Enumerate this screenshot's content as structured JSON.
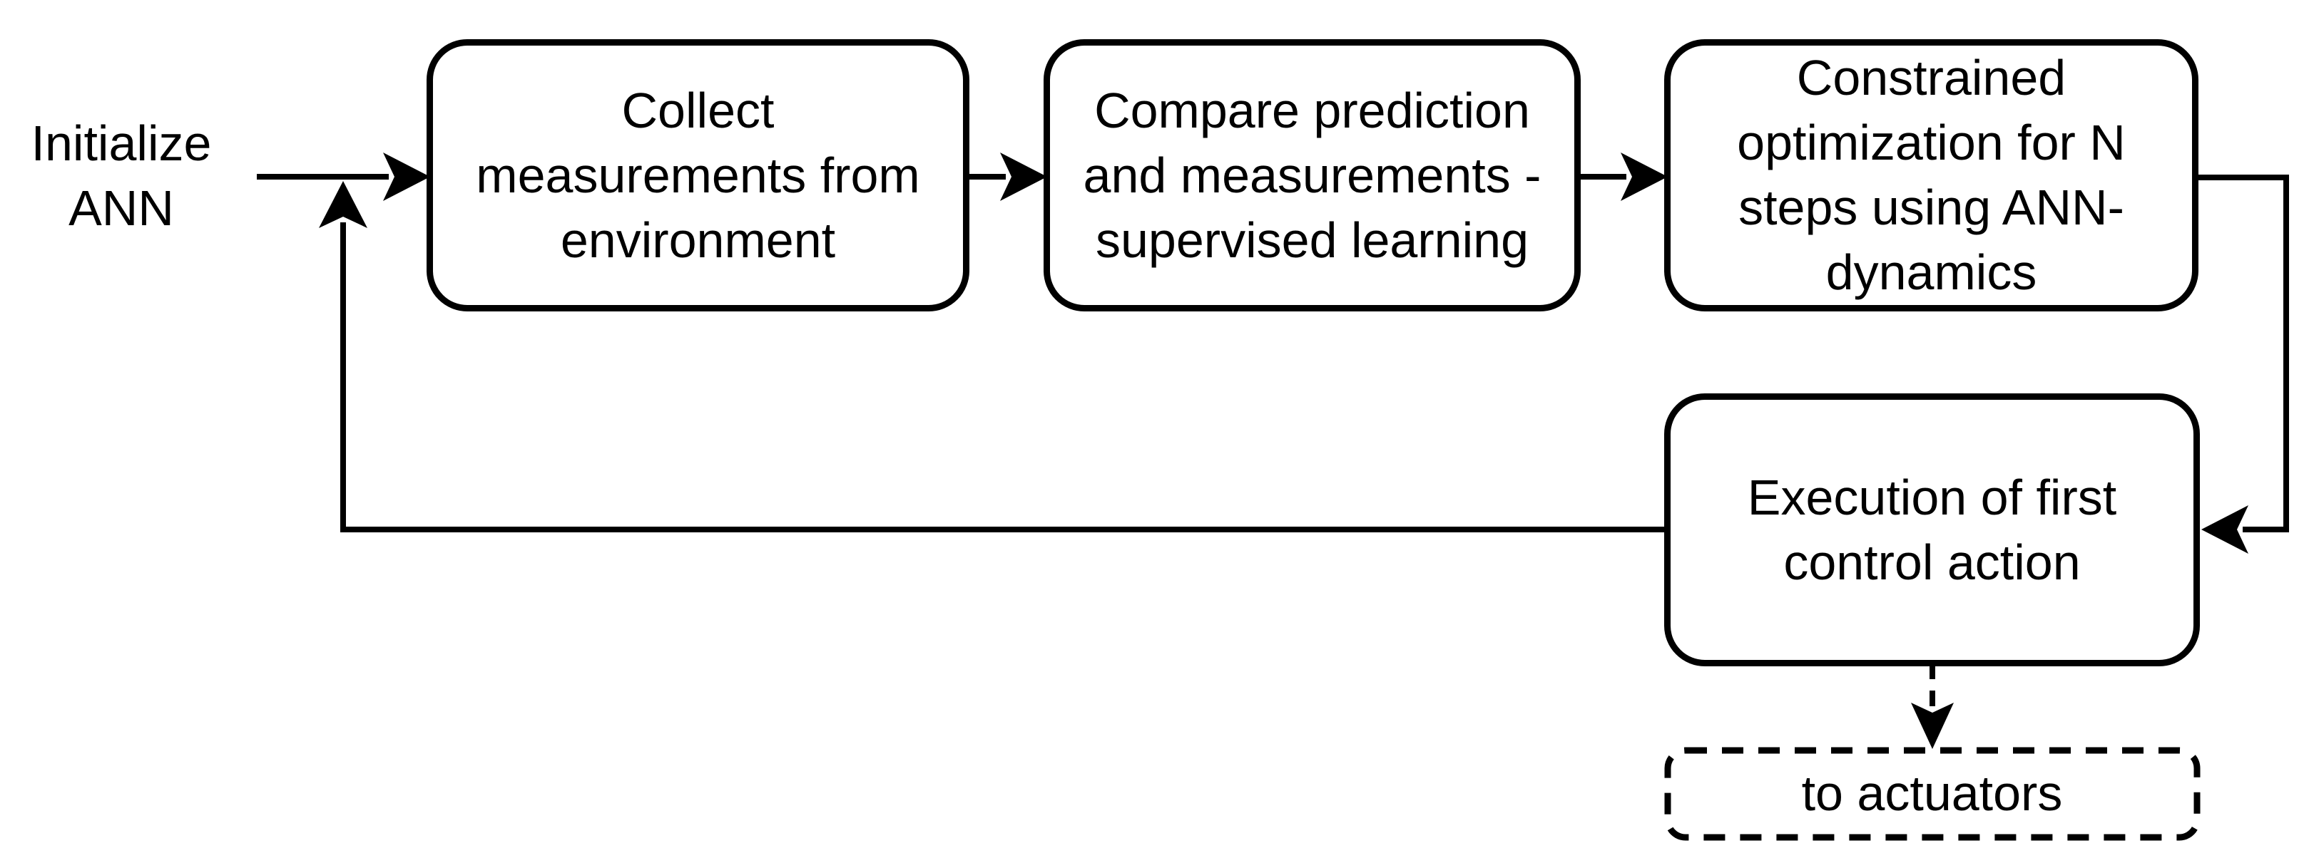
{
  "diagram": {
    "start_label": "Initialize\nANN",
    "nodes": {
      "collect": {
        "label": "Collect\nmeasurements from\nenvironment"
      },
      "compare": {
        "label": "Compare prediction\nand measurements -\nsupervised learning"
      },
      "optimize": {
        "label": "Constrained\noptimization for N\nsteps using ANN-\ndynamics"
      },
      "execute": {
        "label": "Execution of first\ncontrol action"
      },
      "actuators": {
        "label": "to actuators"
      }
    },
    "colors": {
      "stroke": "#000000",
      "fill": "#ffffff"
    }
  }
}
